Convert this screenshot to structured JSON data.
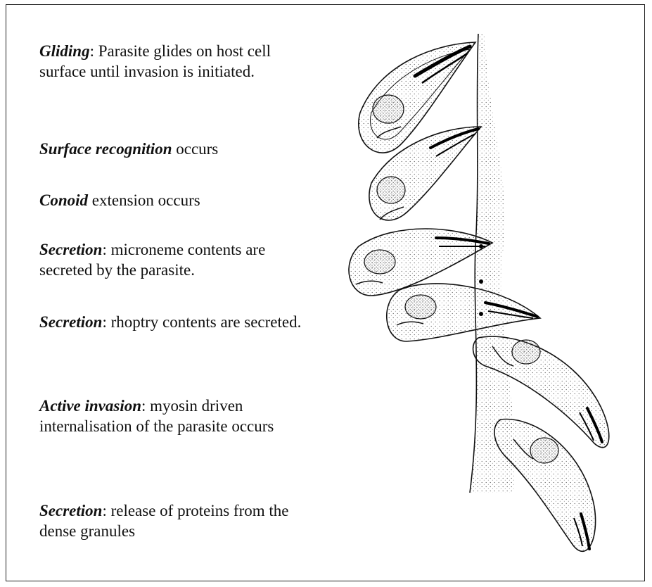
{
  "steps": [
    {
      "term": "Gliding",
      "text": ": Parasite glides on host cell surface until invasion is initiated."
    },
    {
      "term": "Surface recognition",
      "text": " occurs"
    },
    {
      "term": "Conoid",
      "text": " extension occurs"
    },
    {
      "term": "Secretion",
      "text": ": microneme contents are secreted by the parasite."
    },
    {
      "term": "Secretion",
      "text": ": rhoptry contents are secreted."
    },
    {
      "term": "Active invasion",
      "text": ": myosin driven internalisation of the parasite occurs"
    },
    {
      "term": "Secretion",
      "text": ": release of proteins from the dense granules"
    }
  ],
  "colors": {
    "ink": "#111111",
    "frame": "#222222",
    "stipple": "#555555"
  }
}
